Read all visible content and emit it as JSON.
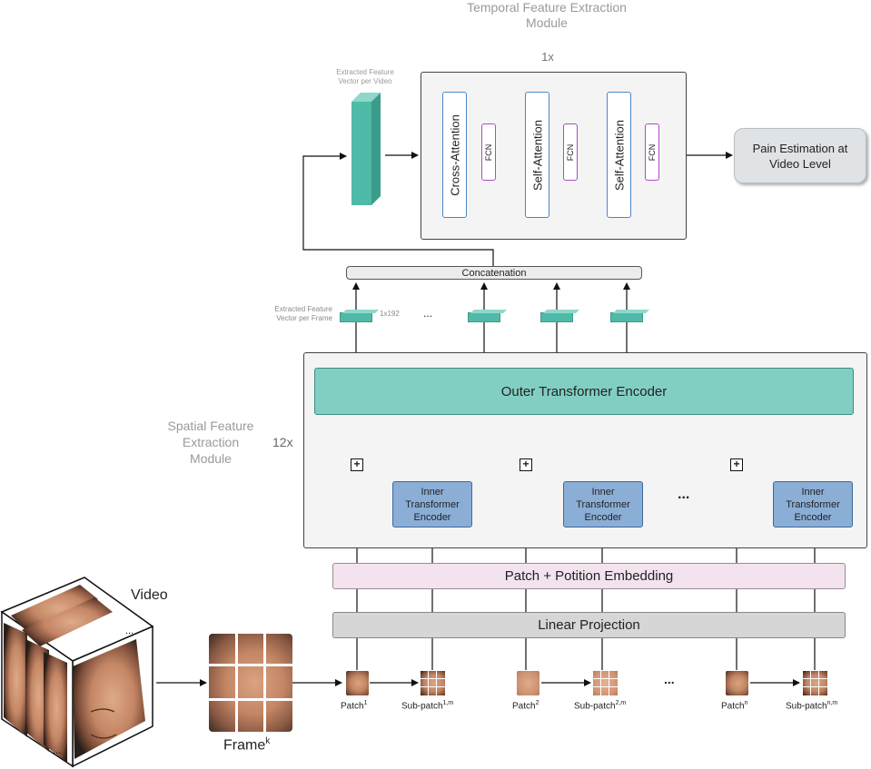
{
  "temporal": {
    "title_line1": "Temporal Feature Extraction",
    "title_line2": "Module",
    "repeat": "1x",
    "vector_label_line1": "Extracted Feature",
    "vector_label_line2": "Vector per Video",
    "blocks": [
      "Cross-Attention",
      "Self-Attention",
      "Self-Attention"
    ],
    "fcn": "FCN",
    "output": "Pain Estimation at Video Level"
  },
  "concat": "Concatenation",
  "frame_features": {
    "label_line1": "Extracted Feature",
    "label_line2": "Vector per Frame",
    "dim": "1x192",
    "ellipsis": "..."
  },
  "spatial": {
    "title_line1": "Spatial Feature",
    "title_line2": "Extraction",
    "title_line3": "Module",
    "repeat": "12x",
    "outer": "Outer Transformer Encoder",
    "inner_line1": "Inner",
    "inner_line2": "Transformer",
    "inner_line3": "Encoder",
    "plus": "+",
    "ellipsis": "..."
  },
  "embedding": "Patch + Potition Embedding",
  "projection": "Linear Projection",
  "input": {
    "video": "Video",
    "frame": "Frame",
    "frame_sup": "k"
  },
  "patches": {
    "patch": "Patch",
    "subpatch": "Sub-patch",
    "sup1": "1",
    "sub_sup1": "1,m",
    "sup2": "2",
    "sub_sup2": "2,m",
    "supn": "n",
    "sub_supn": "n,m",
    "ellipsis": "..."
  },
  "colors": {
    "teal": "#81cfc3",
    "blue": "#8aaed6",
    "pink": "#f3e3ef",
    "gray_bar": "#d6d6d6",
    "output_box": "#dfe3e6"
  }
}
